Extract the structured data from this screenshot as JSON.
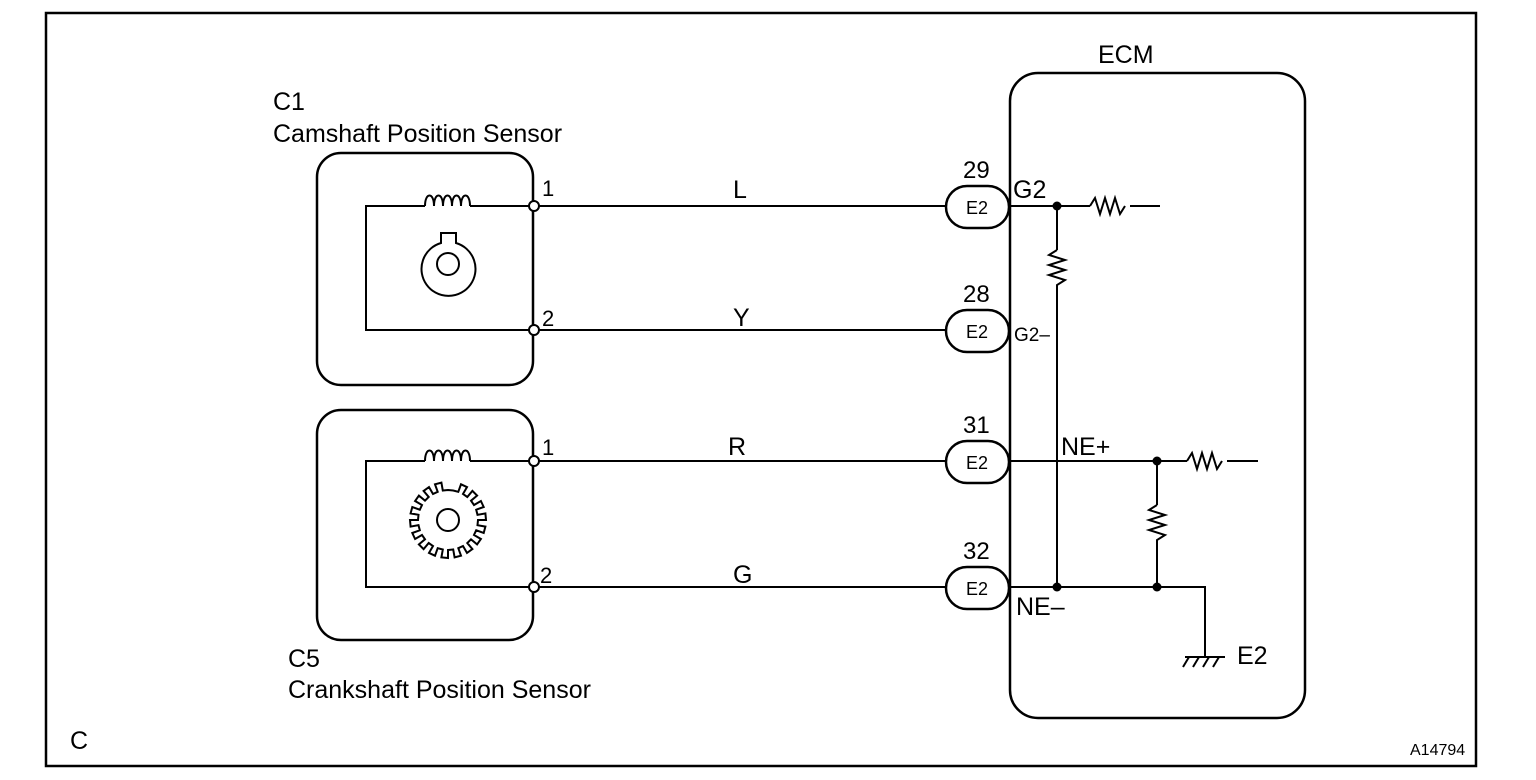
{
  "ecm": {
    "title": "ECM"
  },
  "camshaft_sensor": {
    "code": "C1",
    "name": "Camshaft Position Sensor",
    "pin1": "1",
    "pin2": "2"
  },
  "crankshaft_sensor": {
    "code": "C5",
    "name": "Crankshaft Position Sensor",
    "pin1": "1",
    "pin2": "2"
  },
  "wires": [
    {
      "color": "L",
      "terminal_no": "29",
      "connector": "E2",
      "signal": "G2"
    },
    {
      "color": "Y",
      "terminal_no": "28",
      "connector": "E2",
      "signal": "G2–"
    },
    {
      "color": "R",
      "terminal_no": "31",
      "connector": "E2",
      "signal": "NE+"
    },
    {
      "color": "G",
      "terminal_no": "32",
      "connector": "E2",
      "signal": "NE–"
    }
  ],
  "ground": {
    "label": "E2"
  },
  "footer": {
    "left": "C",
    "code": "A14794"
  }
}
